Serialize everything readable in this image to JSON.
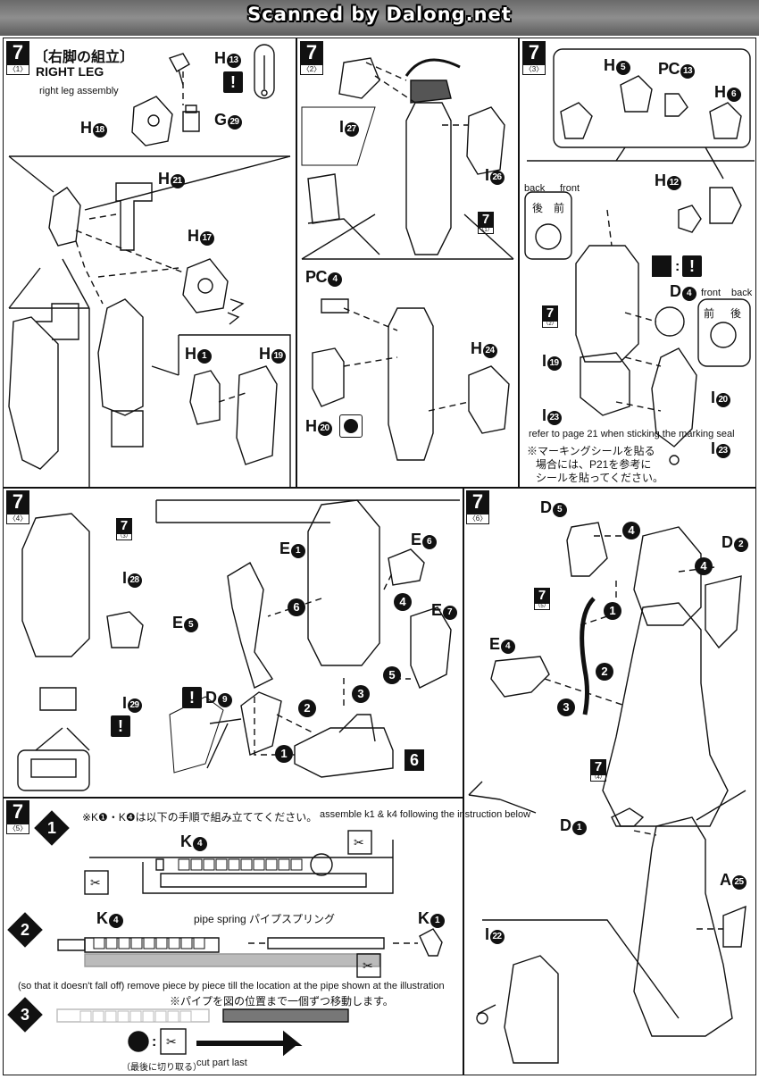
{
  "banner": "Scanned by Dalong.net",
  "icons": [
    "exclamation-icon",
    "nipper-icon",
    "file-icon",
    "bullet-icon"
  ],
  "s1": {
    "step": "7",
    "sub": "〈1〉",
    "title_jp": "〔右脚の組立〕",
    "title_en": "RIGHT LEG",
    "note": "right leg assembly",
    "labels": {
      "h13": "H",
      "h13n": "13",
      "g29": "G",
      "g29n": "29",
      "h18": "H",
      "h18n": "18",
      "h21": "H",
      "h21n": "21",
      "h17": "H",
      "h17n": "17",
      "h1": "H",
      "h1n": "1",
      "h19": "H",
      "h19n": "19"
    },
    "excl": "!"
  },
  "s2": {
    "step": "7",
    "sub": "〈2〉",
    "ref_step": "7",
    "ref_sub": "〈1〉",
    "labels": {
      "i27": "I",
      "i27n": "27",
      "i26": "I",
      "i26n": "26",
      "pc4": "PC",
      "pc4n": "4",
      "h24": "H",
      "h24n": "24",
      "h20": "H",
      "h20n": "20"
    }
  },
  "s3": {
    "step": "7",
    "sub": "〈3〉",
    "ref_step": "7",
    "ref_sub": "〈2〉",
    "labels": {
      "h5": "H",
      "h5n": "5",
      "pc13": "PC",
      "pc13n": "13",
      "h6": "H",
      "h6n": "6",
      "h12": "H",
      "h12n": "12",
      "d4": "D",
      "d4n": "4",
      "i19": "I",
      "i19n": "19",
      "i23a": "I",
      "i23an": "23",
      "i20": "I",
      "i20n": "20",
      "i23b": "I",
      "i23bn": "23"
    },
    "back": "back",
    "front": "front",
    "jp_back": "後",
    "jp_front": "前",
    "front2": "front",
    "back2": "back",
    "jp_front2": "前",
    "jp_back2": "後",
    "ratio": ":",
    "excl": "!",
    "refer": "refer to page 21 when sticking the marking seal",
    "jp1": "※マーキングシールを貼る",
    "jp2": "場合には、P21を参考に",
    "jp3": "シールを貼ってください。"
  },
  "s4": {
    "step": "7",
    "sub": "〈4〉",
    "ref_step": "7",
    "ref_sub": "〈3〉",
    "labels": {
      "i28": "I",
      "i28n": "28",
      "i29": "I",
      "i29n": "29",
      "e1": "E",
      "e1n": "1",
      "e6": "E",
      "e6n": "6",
      "e7": "E",
      "e7n": "7",
      "e5": "E",
      "e5n": "5",
      "d9": "D",
      "d9n": "9"
    },
    "excl": "!",
    "arrows": [
      "1",
      "2",
      "3",
      "4",
      "5",
      "6"
    ],
    "part_no": "6"
  },
  "s6": {
    "step": "7",
    "sub": "〈6〉",
    "ref_step": "7",
    "ref_sub": "〈5〉",
    "ref2_step": "7",
    "ref2_sub": "〈4〉",
    "labels": {
      "d5": "D",
      "d5n": "5",
      "d2": "D",
      "d2n": "2",
      "e4": "E",
      "e4n": "4",
      "d1": "D",
      "d1n": "1",
      "a25": "A",
      "a25n": "25",
      "i22": "I",
      "i22n": "22"
    },
    "arrows": [
      "1",
      "2",
      "3",
      "4",
      "4"
    ]
  },
  "s5": {
    "step": "7",
    "sub": "〈5〉",
    "step1": "1",
    "step2": "2",
    "step3": "3",
    "jp_intro": "※K❶・K❹は以下の手順で組み立ててください。",
    "en_intro": "assemble k1 & k4 following the instruction below",
    "k4a": "K",
    "k4an": "4",
    "k4b": "K",
    "k4bn": "4",
    "k1": "K",
    "k1n": "1",
    "pipe_spring": "pipe spring パイプスプリング",
    "en_move": "(so that it doesn't fall off) remove piece by piece till the location at the pipe shown at the illustration",
    "jp_move": "※パイプを図の位置まで一個ずつ移動します。",
    "jp_last": "（最後に切り取る）",
    "cut_last": "cut part last",
    "ratio": ":"
  }
}
